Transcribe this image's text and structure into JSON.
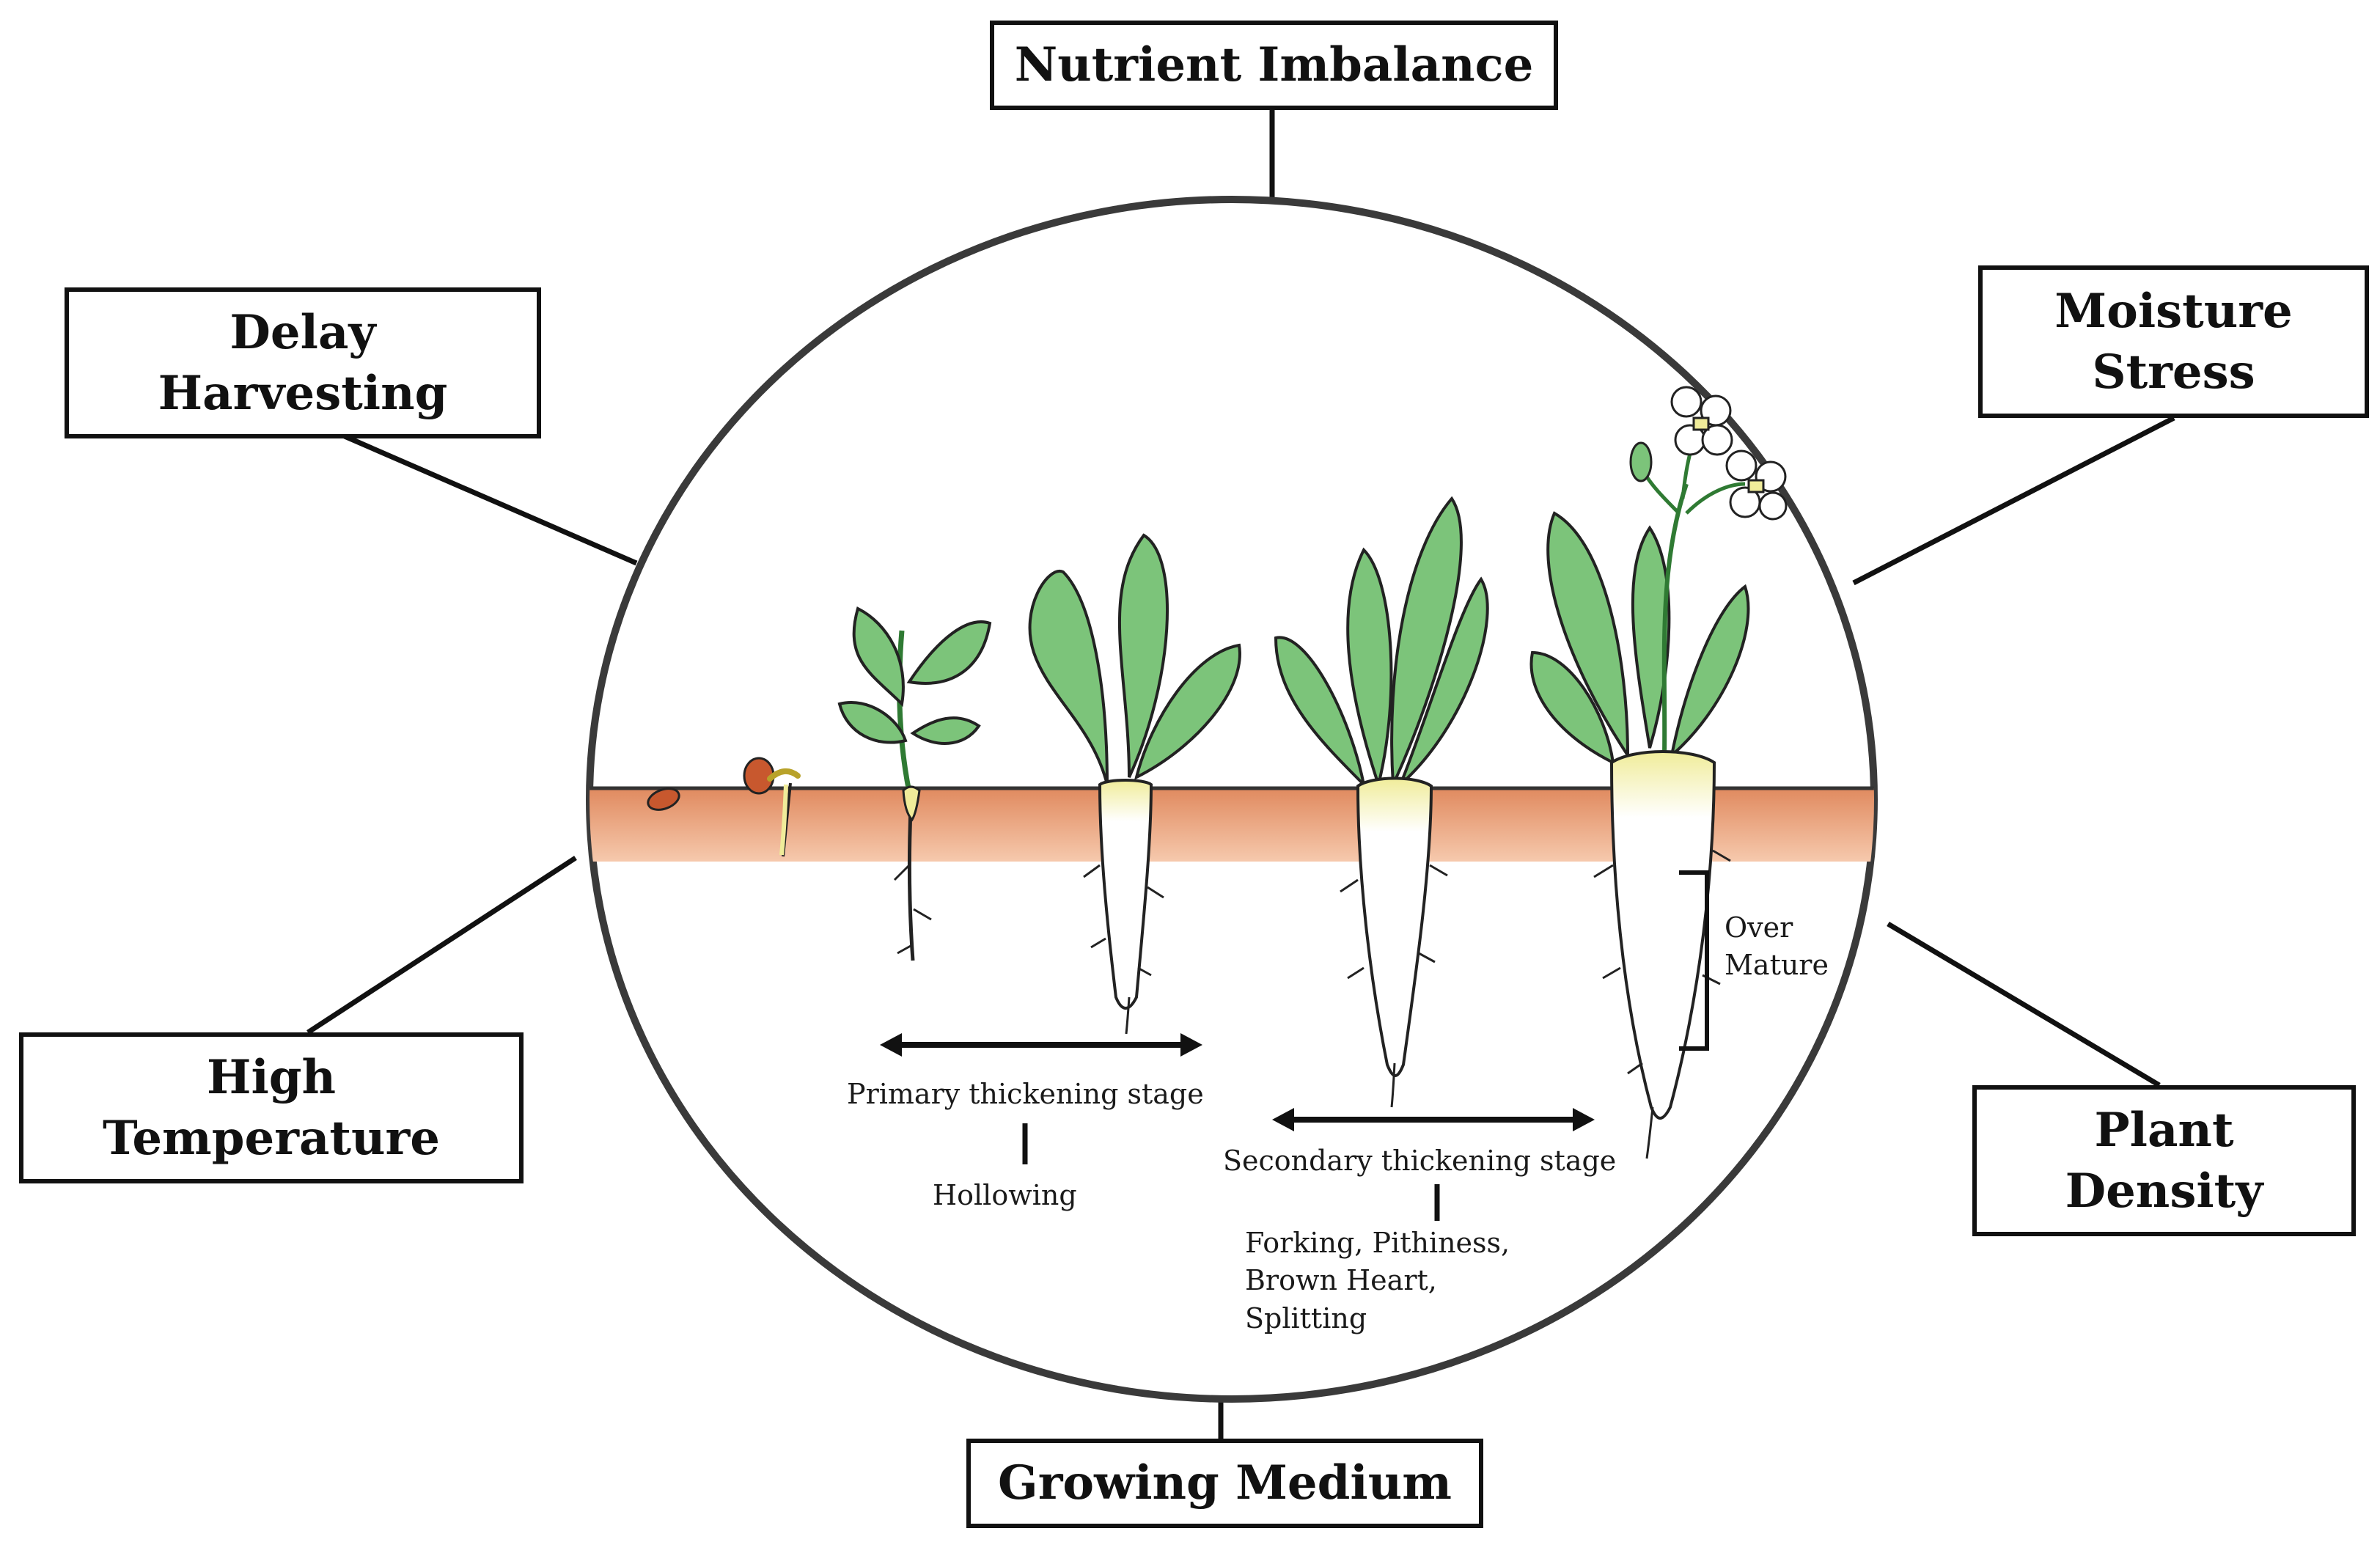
{
  "factors": {
    "top": [
      "Nutrient Imbalance"
    ],
    "top_left": [
      "Delay",
      "Harvesting"
    ],
    "top_right": [
      "Moisture",
      "Stress"
    ],
    "bottom_left": [
      "High",
      "Temperature"
    ],
    "bottom_right": [
      "Plant",
      "Density"
    ],
    "bottom": [
      "Growing Medium"
    ]
  },
  "stages": {
    "primary": "Primary thickening stage",
    "primary_disorder": "Hollowing",
    "secondary": "Secondary thickening stage",
    "secondary_disorders": [
      "Forking, Pithiness,",
      "Brown Heart,",
      "Splitting"
    ],
    "over_mature": [
      "Over",
      "Mature"
    ]
  },
  "colors": {
    "outline": "#111111",
    "leaf": "#7cc47a",
    "leaf_dark": "#2f7a33",
    "soil": "#e08a5f",
    "root_top": "#f0ec9a",
    "seed": "#c8582e",
    "petal": "#ffffff"
  }
}
